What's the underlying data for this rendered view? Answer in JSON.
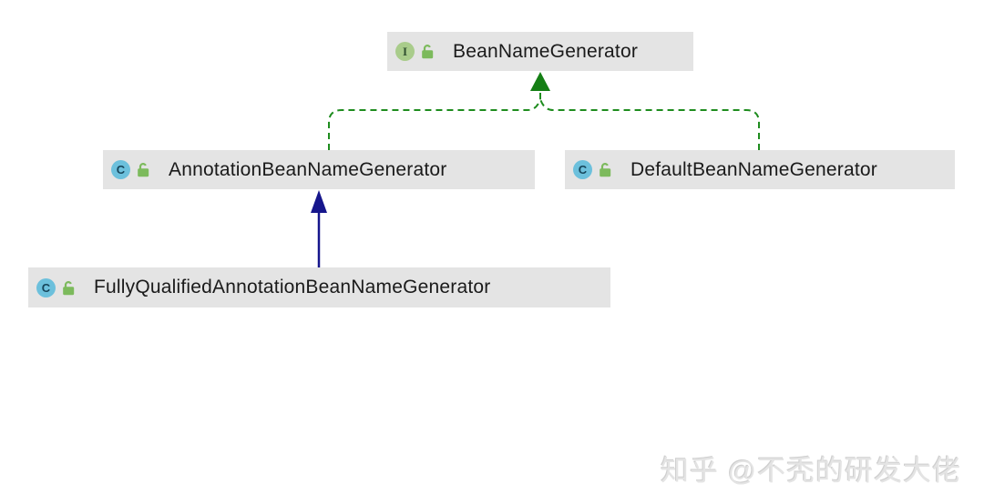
{
  "diagram": {
    "kind": "uml-class-hierarchy",
    "nodes": [
      {
        "id": "BeanNameGenerator",
        "label": "BeanNameGenerator",
        "type": "interface",
        "icon_letter": "I",
        "lock": "open"
      },
      {
        "id": "AnnotationBeanNameGenerator",
        "label": "AnnotationBeanNameGenerator",
        "type": "class",
        "icon_letter": "C",
        "lock": "open"
      },
      {
        "id": "DefaultBeanNameGenerator",
        "label": "DefaultBeanNameGenerator",
        "type": "class",
        "icon_letter": "C",
        "lock": "open"
      },
      {
        "id": "FullyQualifiedAnnotationBeanNameGenerator",
        "label": "FullyQualifiedAnnotationBeanNameGenerator",
        "type": "class",
        "icon_letter": "C",
        "lock": "open"
      }
    ],
    "edges": [
      {
        "from": "AnnotationBeanNameGenerator",
        "to": "BeanNameGenerator",
        "relation": "implements",
        "line_style": "dashed",
        "color": "#1e8c1e"
      },
      {
        "from": "DefaultBeanNameGenerator",
        "to": "BeanNameGenerator",
        "relation": "implements",
        "line_style": "dashed",
        "color": "#1e8c1e"
      },
      {
        "from": "FullyQualifiedAnnotationBeanNameGenerator",
        "to": "AnnotationBeanNameGenerator",
        "relation": "extends",
        "line_style": "solid",
        "color": "#16168c"
      }
    ],
    "colors": {
      "node_background": "#e4e4e4",
      "node_text": "#1a1a1a",
      "interface_icon_background": "#a9cc8b",
      "class_icon_background": "#6cc0dc",
      "lock_icon_green": "#7cba5c",
      "implements_edge_green": "#1e8c1e",
      "extends_edge_navy": "#16168c",
      "page_background": "#ffffff"
    }
  },
  "watermark": {
    "text": "知乎 @不秃的研发大佬"
  }
}
